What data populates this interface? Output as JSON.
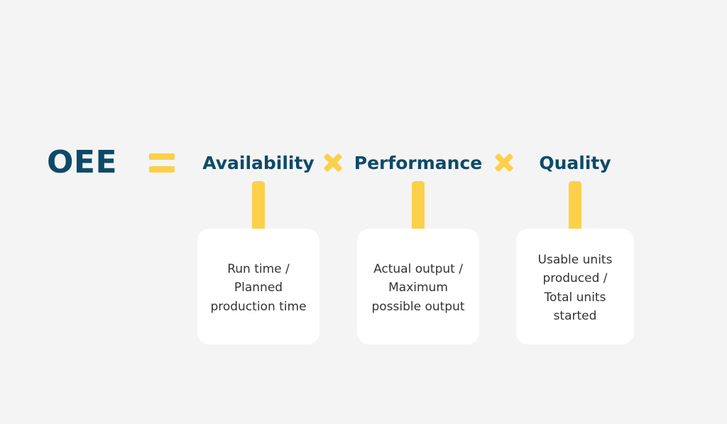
{
  "diagram": {
    "title": "OEE",
    "equals_symbol": "=",
    "multiply_symbol": "×",
    "colors": {
      "background": "#f4f4f4",
      "card_background": "#ffffff",
      "navy": "#0e4a68",
      "yellow": "#fcd04a",
      "body_text": "#333333"
    },
    "factors": [
      {
        "label": "Availability",
        "arrow": "down-arrow-icon",
        "formula": "Run time / Planned production time"
      },
      {
        "label": "Performance",
        "arrow": "down-arrow-icon",
        "formula": "Actual output / Maximum possible output"
      },
      {
        "label": "Quality",
        "arrow": "down-arrow-icon",
        "formula": "Usable units produced / Total units started"
      }
    ]
  }
}
